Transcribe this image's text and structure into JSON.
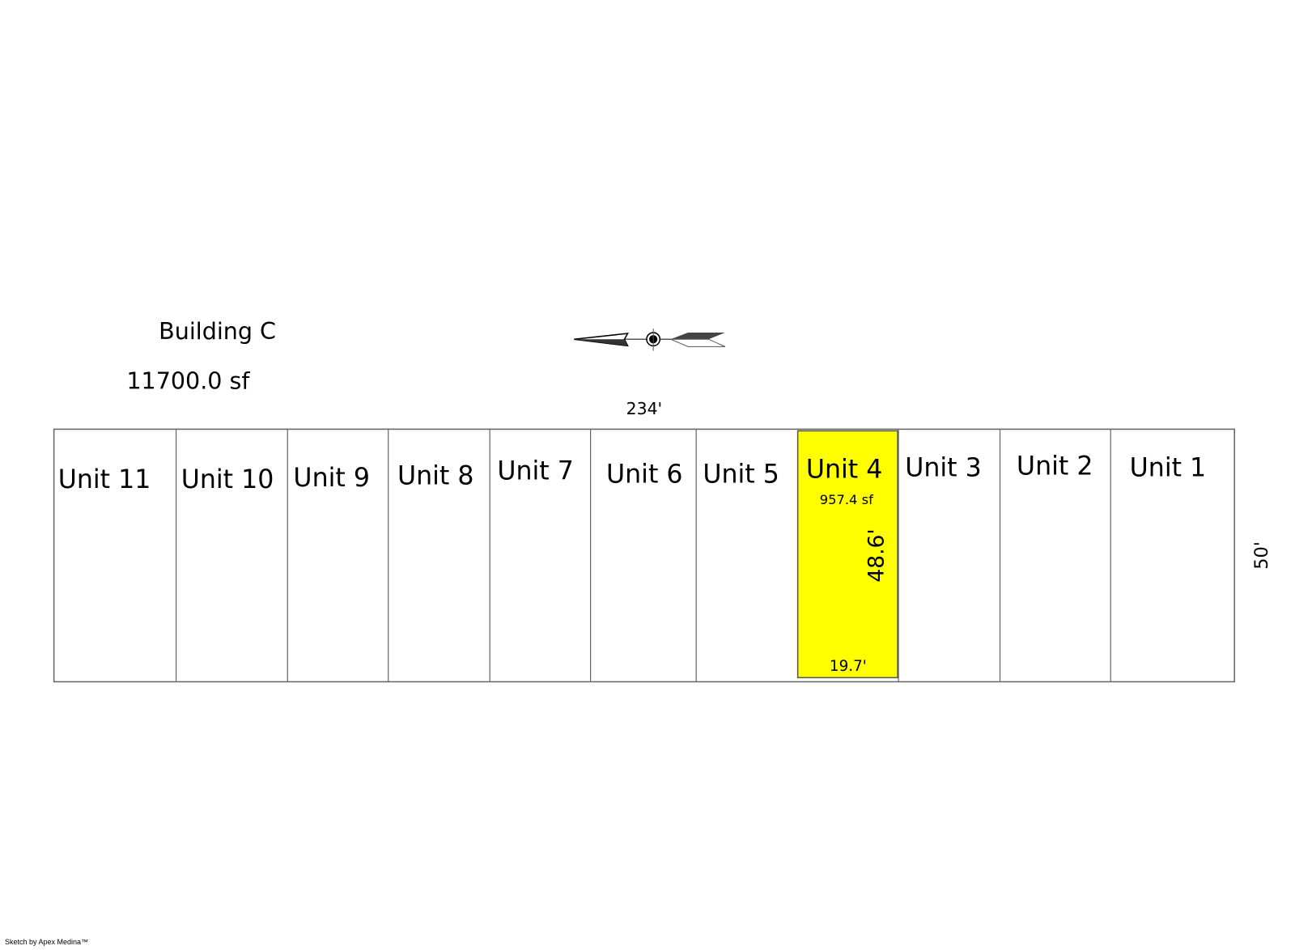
{
  "building": {
    "name": "Building C",
    "area": "11700.0 sf",
    "width_label": "234'",
    "depth_label": "50'"
  },
  "units": [
    {
      "label": "Unit 11"
    },
    {
      "label": "Unit 10"
    },
    {
      "label": "Unit 9"
    },
    {
      "label": "Unit 8"
    },
    {
      "label": "Unit 7"
    },
    {
      "label": "Unit 6"
    },
    {
      "label": "Unit 5"
    },
    {
      "label": "Unit 4",
      "highlighted": true,
      "area": "957.4 sf",
      "depth_label": "48.6'",
      "width_label": "19.7'"
    },
    {
      "label": "Unit 3"
    },
    {
      "label": "Unit 2"
    },
    {
      "label": "Unit 1"
    }
  ],
  "colors": {
    "highlight": "#ffff00",
    "outline": "#555555"
  },
  "compass": "compass-arrow-icon",
  "footer": "Sketch by Apex Medina™"
}
